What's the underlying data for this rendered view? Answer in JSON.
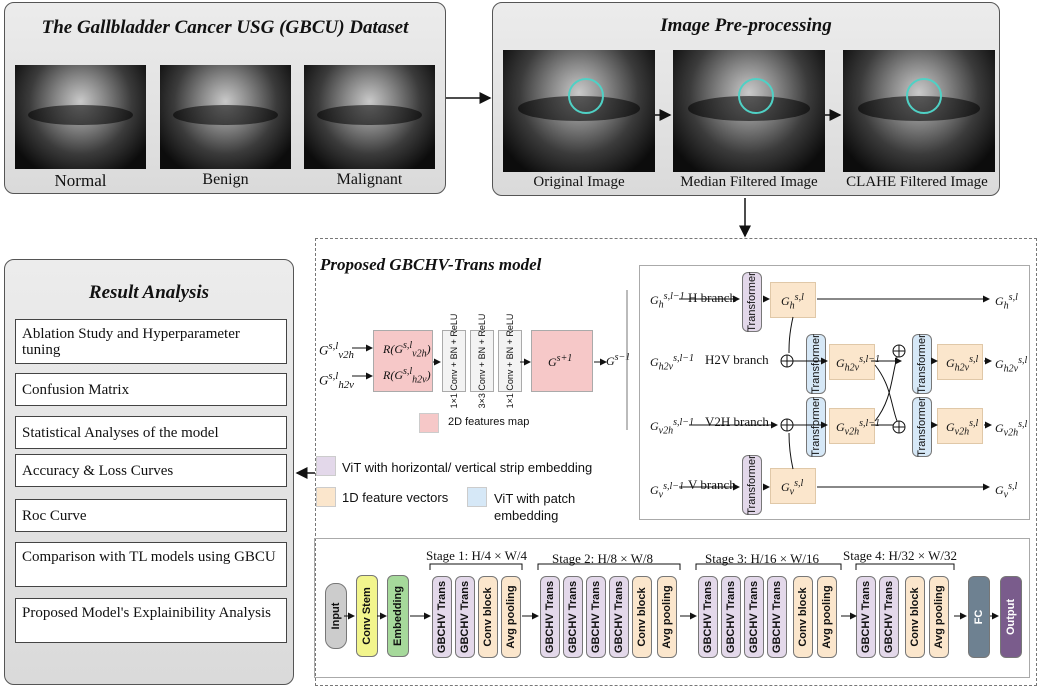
{
  "dataset": {
    "title": "The Gallbladder Cancer USG (GBCU) Dataset",
    "images": [
      {
        "label": "Normal"
      },
      {
        "label": "Benign"
      },
      {
        "label": "Malignant"
      }
    ]
  },
  "preprocessing": {
    "title": "Image Pre-processing",
    "images": [
      {
        "label": "Original Image"
      },
      {
        "label": "Median Filtered Image"
      },
      {
        "label": "CLAHE Filtered Image"
      }
    ]
  },
  "results": {
    "title": "Result Analysis",
    "items": [
      "Ablation Study and Hyperparameter tuning",
      "Confusion Matrix",
      "Statistical Analyses of the model",
      "Accuracy & Loss Curves",
      "Roc Curve",
      "Comparison with TL models using GBCU",
      "Proposed Model's Explainibility Analysis"
    ]
  },
  "model": {
    "title": "Proposed GBCHV-Trans model",
    "fusion": {
      "in_top": "G",
      "in_top_sup": "s,l",
      "in_top_sub": "v2h",
      "in_bot": "G",
      "in_bot_sup": "s,l",
      "in_bot_sub": "h2v",
      "r1": "R(G",
      "r1_sup": "s,l",
      "r1_sub": "v2h",
      "r2": "R(G",
      "r2_sup": "s,l",
      "r2_sub": "h2v",
      "conv1": "1×1 Conv + BN + ReLU",
      "conv2": "3×3 Conv + BN + ReLU",
      "conv3": "1×1 Conv + BN + ReLU",
      "out_box": "G",
      "out_box_sup": "s+1",
      "out": "G",
      "out_sup": "s−1",
      "legend_2d": "2D features map"
    },
    "legend": {
      "vit_strip": "ViT with horizontal/ vertical strip embedding",
      "feat_1d": "1D feature vectors",
      "vit_patch": "ViT with patch embedding"
    },
    "branches": {
      "h": "H branch",
      "h2v": "H2V branch",
      "v2h": "V2H branch",
      "v": "V branch",
      "transformer": "Transformer"
    },
    "pipeline": {
      "input": "Input",
      "conv_stem": "Conv Stem",
      "embedding": "Embedding",
      "stages": [
        "Stage 1: H/4 × W/4",
        "Stage 2: H/8 × W/8",
        "Stage 3: H/16 × W/16",
        "Stage 4: H/32 × W/32"
      ],
      "gbchv": "GBCHV Trans",
      "conv_block": "Conv block",
      "avg_pool": "Avg pooling",
      "fc": "FC",
      "output": "Output"
    }
  },
  "colors": {
    "vit_strip": "#e3d8ea",
    "feat_1d": "#fbe6cc",
    "vit_patch": "#d6e8f7",
    "map_2d": "#f6c8c8",
    "conv_stem": "#f2f58d",
    "embedding": "#a6d99b",
    "fc": "#6e8191",
    "output": "#7a5c8c",
    "input": "#cccccc"
  }
}
